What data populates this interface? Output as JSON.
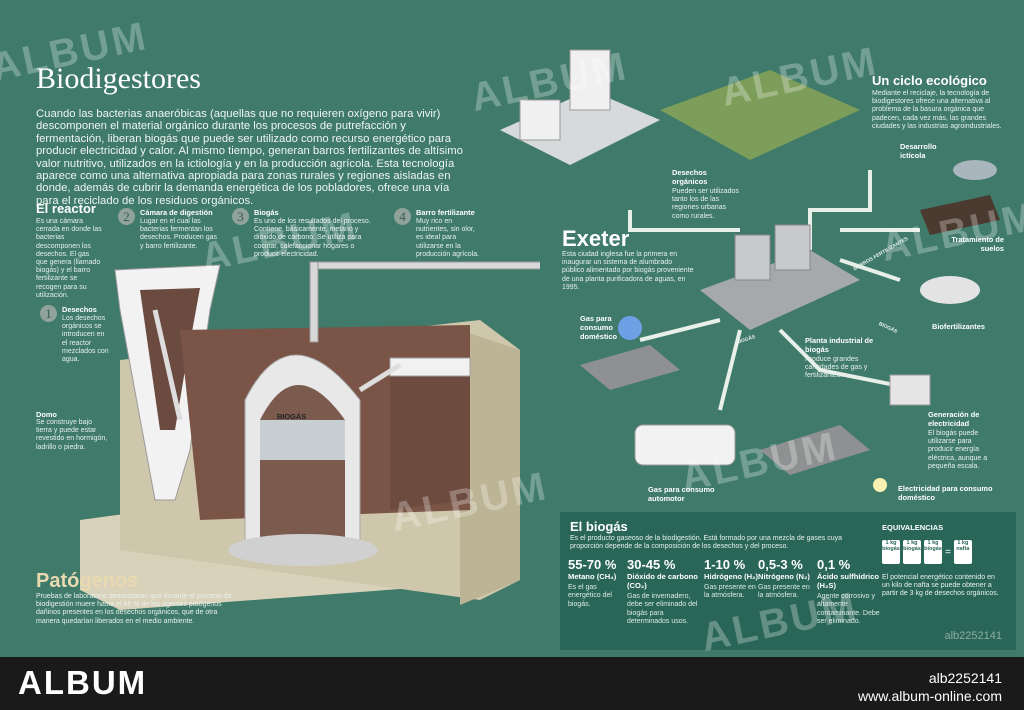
{
  "title": "Biodigestores",
  "intro": "Cuando las bacterias anaeróbicas (aquellas que no requieren oxígeno para vivir) descomponen el material orgánico durante los procesos de putrefacción y fermentación, liberan biogás que puede ser utilizado como recurso energético para producir electricidad y calor. Al mismo tiempo, generan barros fertilizantes de altísimo valor nutritivo, utilizados en la ictiología y en la producción agrícola. Esta tecnología aparece como una alternativa apropiada para zonas rurales y regiones aisladas en donde, además de cubrir la demanda energética de los pobladores, ofrece una vía para el reciclado de los residuos orgánicos.",
  "reactor": {
    "title": "El reactor",
    "text": "Es una cámara cerrada en donde las bacterias descomponen los desechos. El gas que genera (llamado biogás) y el barro fertilizante se recogen para su utilización."
  },
  "steps": [
    {
      "n": "1",
      "title": "Desechos",
      "text": "Los desechos orgánicos se introducen en el reactor mezclados con agua."
    },
    {
      "n": "2",
      "title": "Cámara de digestión",
      "text": "Lugar en el cual las bacterias fermentan los desechos. Producen gas y barro fertilizante."
    },
    {
      "n": "3",
      "title": "Biogás",
      "text": "Es uno de los resultados del proceso. Contiene, básicamente, metano y dióxido de carbono. Se utiliza para cocinar, calefaccionar hogares o producir electricidad."
    },
    {
      "n": "4",
      "title": "Barro fertilizante",
      "text": "Muy rico en nutrientes, sin olor, es ideal para utilizarse en la producción agrícola."
    }
  ],
  "domo": {
    "title": "Domo",
    "text": "Se construye bajo tierra y puede estar revestido en hormigón, ladrillo o piedra."
  },
  "biogas_label": "BIOGÁS",
  "patogenos": {
    "title": "Patógenos",
    "text": "Pruebas de laboratorio demostraron que durante el proceso de biodigestión muere hasta el 85 % de los agentes patógenos dañinos presentes en los desechos orgánicos, que de otra manera quedarían liberados en el medio ambiente."
  },
  "ciclo": {
    "title": "Un ciclo ecológico",
    "text": "Mediante el reciclaje, la tecnología de biodigestores ofrece una alternativa al problema de la basura orgánica que padecen, cada vez más, las grandes ciudades y las industrias agroindustriales."
  },
  "exeter": {
    "title": "Exeter",
    "text": "Esta ciudad inglesa fue la primera en inaugurar un sistema de alumbrado público alimentado por biogás proveniente de una planta purificadora de aguas, en 1995."
  },
  "labels": {
    "desechos_org": "Desechos orgánicos",
    "desechos_org_text": "Pueden ser utilizados tanto los de las regiones urbanas como rurales.",
    "desarrollo": "Desarrollo ictícola",
    "tratamiento": "Tratamiento de suelos",
    "biofert": "Biofertilizantes",
    "gas_dom": "Gas para consumo doméstico",
    "planta": "Planta industrial de biogás",
    "planta_text": "Produce grandes cantidades de gas y fertilizantes.",
    "generacion": "Generación de electricidad",
    "generacion_text": "El biogás puede utilizarse para producir energía eléctrica, aunque a pequeña escala.",
    "gas_auto": "Gas para consumo automotor",
    "elec_dom": "Electricidad para consumo doméstico",
    "pipe_barros": "BARROS FERTILIZANTES",
    "pipe_biogas": "BIOGÁS",
    "pipe_biogas2": "BIOGÁS"
  },
  "elbiogas": {
    "title": "El biogás",
    "text": "Es el producto gaseoso de la biodigestión. Está formado por una mezcla de gases cuya proporción depende de la composición de los desechos y del proceso."
  },
  "gases": [
    {
      "pct": "55-70 %",
      "name": "Metano (CH₄)",
      "desc": "Es el gas energético del biogás."
    },
    {
      "pct": "30-45 %",
      "name": "Dióxido de carbono (CO₂)",
      "desc": "Gas de invernadero, debe ser eliminado del biogás para determinados usos."
    },
    {
      "pct": "1-10 %",
      "name": "Hidrógeno (H₂)",
      "desc": "Gas presente en la atmósfera."
    },
    {
      "pct": "0,5-3 %",
      "name": "Nitrógeno (N₂)",
      "desc": "Gas presente en la atmósfera."
    },
    {
      "pct": "0,1 %",
      "name": "Ácido sulfhídrico (H₂S)",
      "desc": "Agente corrosivo y altamente contaminante. Debe ser eliminado."
    }
  ],
  "equiv": {
    "title": "EQUIVALENCIAS",
    "kg": "1 kg",
    "k1": "biogás",
    "k2": "biogás",
    "k3": "biogás",
    "k4": "nafta",
    "text": "El potencial energético contenido en un kilo de nafta se puede obtener a partir de 3 kg de desechos orgánicos."
  },
  "watermark": "ALBUM",
  "footer": {
    "logo": "ALBUM",
    "code": "alb2252141",
    "url": "www.album-online.com",
    "corner": "alb2252141"
  }
}
